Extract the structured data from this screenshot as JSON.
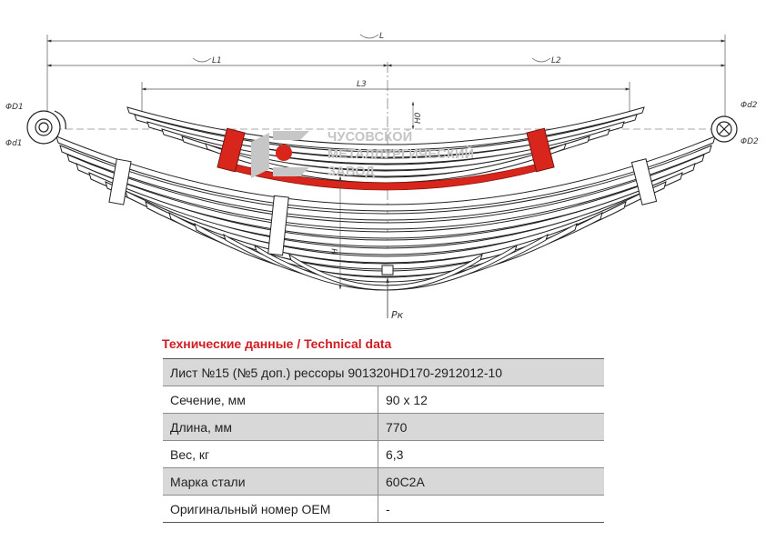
{
  "drawing": {
    "dimensions": {
      "overall_length": "L",
      "front_half": "L1",
      "rear_half": "L2",
      "clamp_span": "L3",
      "arc_height": "H0",
      "deflection": "H",
      "load": "Pк",
      "eye_outer_left": "ΦD1",
      "eye_inner_left": "Φd1",
      "eye_outer_right": "ΦD2",
      "eye_inner_right": "Φd2"
    },
    "highlight_color": "#d9261c",
    "logo": {
      "line1": "ЧУСОВСКОЙ",
      "line2": "МЕТАЛЛУРГИЧЕСКИЙ",
      "line3": "ЗАВОД"
    }
  },
  "specs": {
    "title": "Технические данные / Technical data",
    "header": "Лист №15 (№5 доп.) рессоры 901320HD170-2912012-10",
    "rows": [
      {
        "label": "Сечение, мм",
        "value": "90 x 12"
      },
      {
        "label": "Длина, мм",
        "value": "770"
      },
      {
        "label": "Вес, кг",
        "value": "6,3"
      },
      {
        "label": "Марка стали",
        "value": "60С2А"
      },
      {
        "label": "Оригинальный номер OEM",
        "value": "-"
      }
    ]
  }
}
